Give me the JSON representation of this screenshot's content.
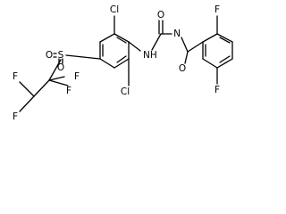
{
  "molecule": {
    "atoms": [
      {
        "id": "cl_top",
        "symbol": "Cl"
      },
      {
        "id": "s",
        "symbol": "S"
      },
      {
        "id": "o_left",
        "symbol": "O"
      },
      {
        "id": "o_bottom",
        "symbol": "O"
      },
      {
        "id": "f1",
        "symbol": "F"
      },
      {
        "id": "f2",
        "symbol": "F"
      },
      {
        "id": "f3",
        "symbol": "F"
      },
      {
        "id": "f4",
        "symbol": "F"
      },
      {
        "id": "cl_bottom",
        "symbol": "Cl"
      },
      {
        "id": "nh_left",
        "symbol": "NH"
      },
      {
        "id": "o_urea",
        "symbol": "O"
      },
      {
        "id": "n_right",
        "symbol": "N"
      },
      {
        "id": "o_amide",
        "symbol": "O"
      },
      {
        "id": "f_top",
        "symbol": "F"
      },
      {
        "id": "f_bottom",
        "symbol": "F"
      }
    ],
    "colors": {
      "bond": "#000000",
      "label": "#000000",
      "background": "#ffffff"
    }
  }
}
